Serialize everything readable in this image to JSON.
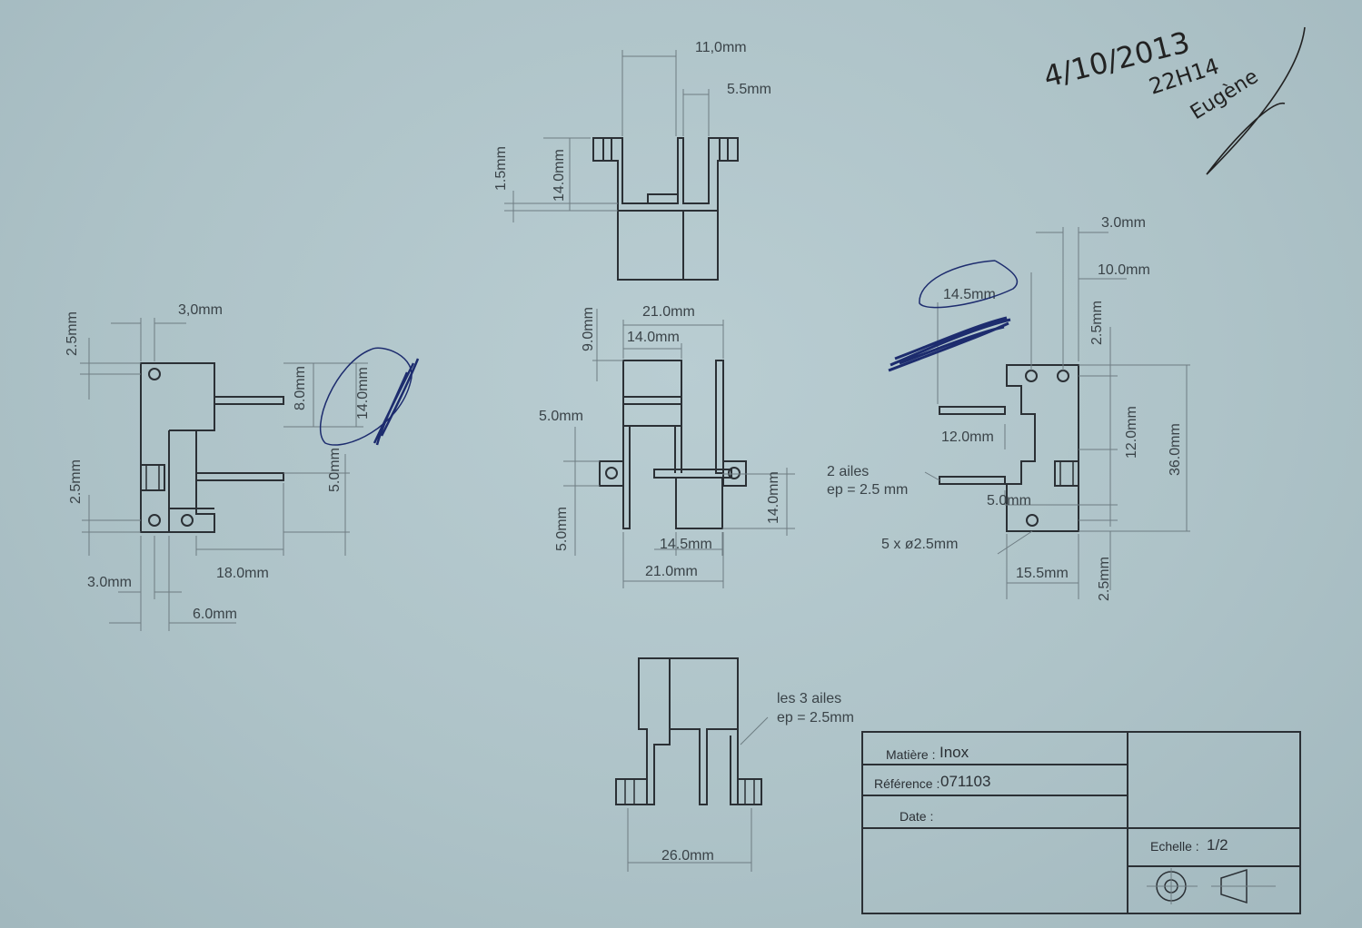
{
  "annotations": {
    "handwritten_date": "4/10/2013",
    "handwritten_time": "22H14",
    "handwritten_name": "Eugène"
  },
  "dimensions": {
    "top_11": "11,0mm",
    "top_5_5": "5.5mm",
    "top_1_5": "1.5mm",
    "top_14": "14.0mm",
    "left_3a": "3,0mm",
    "left_2_5a": "2.5mm",
    "left_8": "8.0mm",
    "left_14": "14.0mm",
    "left_2_5b": "2.5mm",
    "left_5": "5.0mm",
    "left_3b": "3.0mm",
    "left_18": "18.0mm",
    "left_6": "6.0mm",
    "mid_21a": "21.0mm",
    "mid_9": "9.0mm",
    "mid_14": "14.0mm",
    "mid_5a": "5.0mm",
    "mid_5b": "5.0mm",
    "mid_14_5": "14.5mm",
    "mid_14v": "14.0mm",
    "mid_21b": "21.0mm",
    "right_3": "3.0mm",
    "right_10": "10.0mm",
    "right_14_5": "14.5mm",
    "right_2_5a": "2.5mm",
    "right_12h": "12.0mm",
    "right_12v": "12.0mm",
    "right_36": "36.0mm",
    "right_5": "5.0mm",
    "right_15_5": "15.5mm",
    "right_2_5b": "2.5mm",
    "bottom_26": "26.0mm"
  },
  "notes": {
    "ailes_2_line1": "2 ailes",
    "ailes_2_line2": "ep = 2.5 mm",
    "holes": "5 x ø2.5mm",
    "ailes_3_line1": "les 3 ailes",
    "ailes_3_line2": "ep = 2.5mm"
  },
  "title_block": {
    "matiere_label": "Matière :",
    "matiere_value": "Inox",
    "reference_label": "Référence :",
    "reference_value": "071103",
    "date_label": "Date :",
    "echelle_label": "Echelle :",
    "echelle_value": "1/2"
  }
}
